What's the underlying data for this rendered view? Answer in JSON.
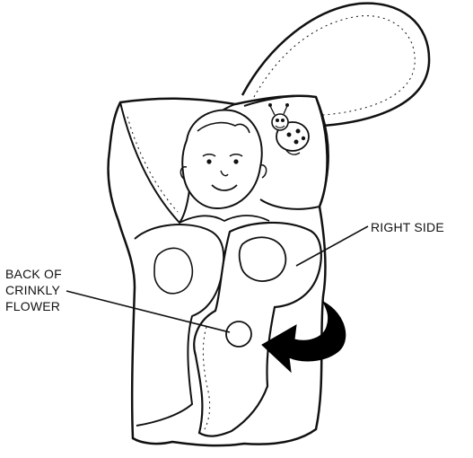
{
  "labels": {
    "right_side": "RIGHT SIDE",
    "back_of_crinkly_flower": [
      "BACK OF",
      "CRINKLY",
      "FLOWER"
    ]
  },
  "colors": {
    "ink": "#111111",
    "paper": "#ffffff",
    "arrow": "#000000"
  },
  "icons": {
    "arrow": "curved-arrow-icon",
    "ladybug": "ladybug-icon"
  }
}
